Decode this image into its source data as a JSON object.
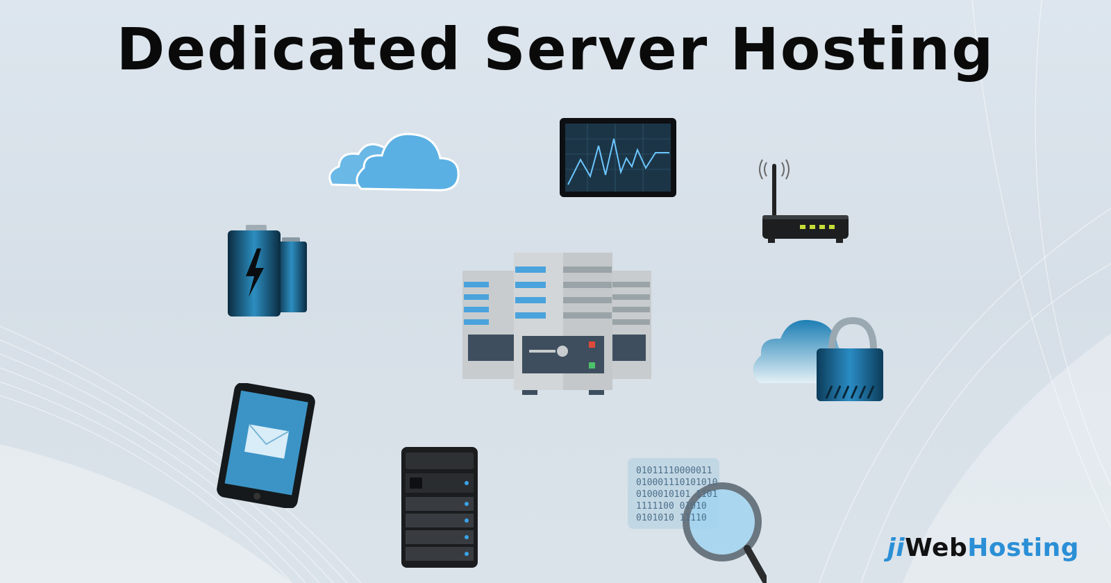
{
  "title": "Dedicated Server Hosting",
  "logo": {
    "ji": "ji",
    "web": "Web",
    "hosting": "Hosting"
  },
  "binary_lines": [
    "01011110000011",
    "010001110101010",
    "0100010101 1101",
    "1111100  01010",
    "0101010  11110"
  ],
  "icons": [
    "cloud-icon",
    "monitor-chart-icon",
    "router-icon",
    "battery-icon",
    "server-stack-icon",
    "cloud-lock-icon",
    "tablet-mail-icon",
    "tower-server-icon",
    "binary-search-icon"
  ],
  "colors": {
    "accent": "#2b8fd6",
    "title": "#0a0a0a",
    "background": "#dde6ee"
  }
}
